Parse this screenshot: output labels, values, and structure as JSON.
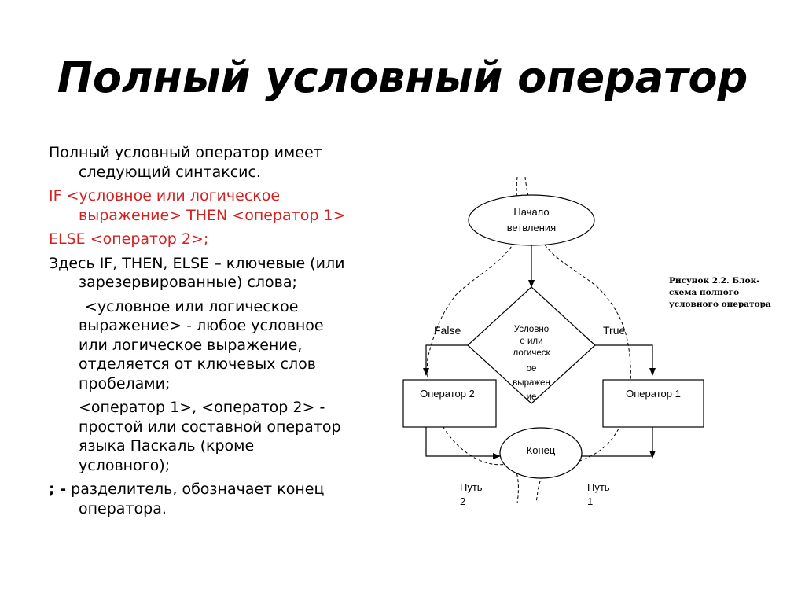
{
  "title": "Полный условный оператор",
  "paragraphs": {
    "intro": "Полный  условный оператор имеет следующий синтаксис.",
    "if_line": "IF <условное или логическое выражение> THEN <оператор 1>",
    "else_line": "ELSE <оператор 2>;",
    "keywords": "Здесь   IF, THEN, ELSE – ключевые (или зарезервированные) слова;",
    "condition_desc": " <условное или логическое выражение> - любое условное или логическое выражение, отделяется от ключевых слов пробелами;",
    "operator_desc": "<оператор 1>, <оператор 2> - простой или составной оператор языка Паскаль (кроме условного);",
    "semicolon_symbol": "; -",
    "semicolon_desc": " разделитель, обозначает конец оператора."
  },
  "colors": {
    "syntax": "#d61f1f",
    "text": "#000000"
  },
  "flowchart": {
    "start_lines": [
      "Начало",
      "ветвления"
    ],
    "condition_lines": [
      "Условно",
      "е или",
      "логическ",
      "ое",
      "выражен",
      "ие"
    ],
    "false_label": "False",
    "true_label": "True",
    "op2_label": "Оператор 2",
    "op1_label": "Оператор 1",
    "end_label": "Конец",
    "path2_lines": [
      "Путь",
      "2"
    ],
    "path1_lines": [
      "Путь",
      "1"
    ]
  },
  "caption": "Рисунок 2.2. Блок-схема полного условного оператора"
}
